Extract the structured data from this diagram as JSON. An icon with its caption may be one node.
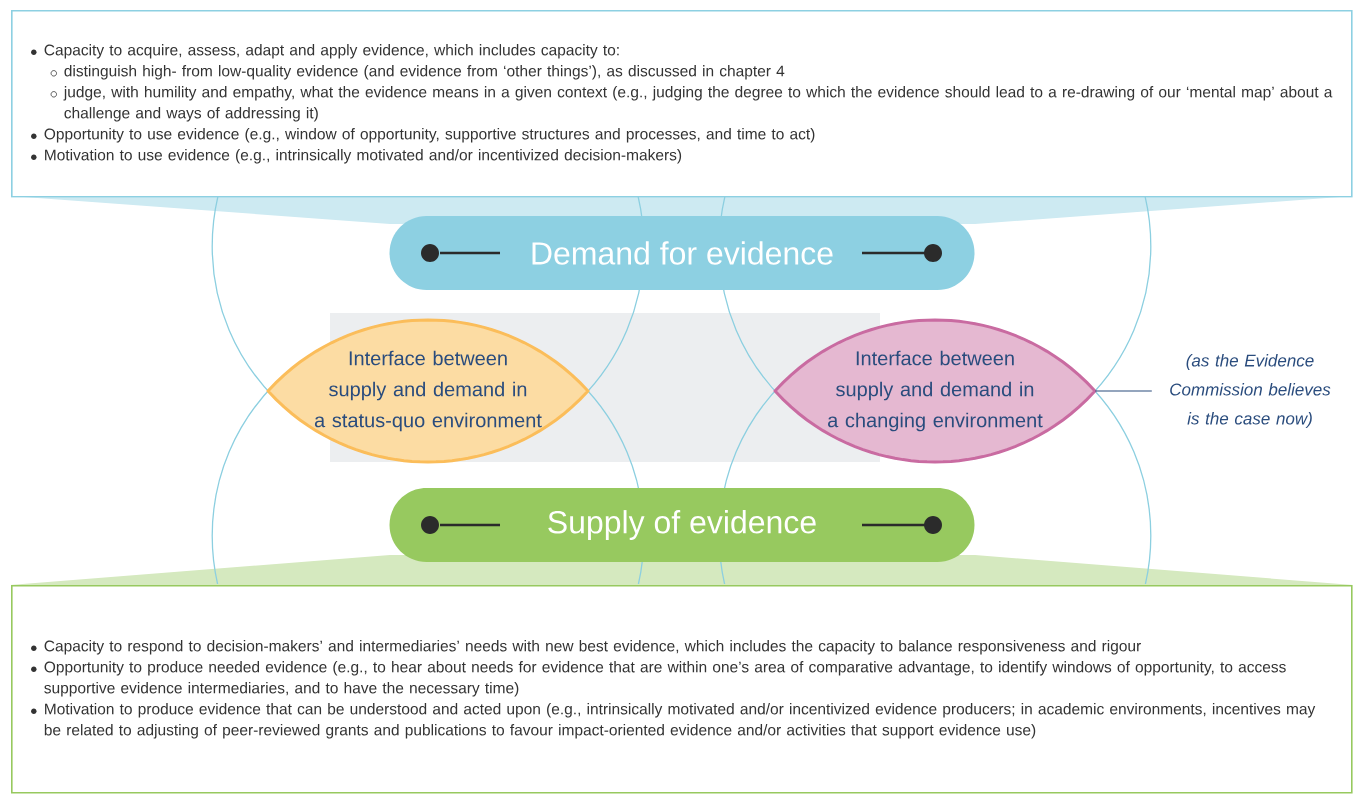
{
  "diagram": {
    "nodes": [
      {
        "text": [
          "Capacity to acquire, assess, adapt and apply evidence, which includes capacity to:",
          "distinguish high- from low-quality evidence (and evidence from ‘other things’), as discussed in chapter 4",
          "judge, with humility and empathy, what the evidence means in a given context (e.g., judging the degree to which the evidence should lead to a re-drawing of our ‘mental map’ about a challenge and ways of addressing it)",
          "Opportunity to use evidence (e.g., window of opportunity, supportive structures and processes, and time to act)",
          "Motivation to use evidence (e.g., intrinsically motivated and/or incentivized decision-makers)"
        ]
      },
      {
        "text": [
          "Demand for evidence"
        ]
      },
      {
        "text": [
          "Interface between supply and demand in a status-quo environment"
        ]
      },
      {
        "text": [
          "Interface between supply and demand in a changing environment"
        ]
      },
      {
        "text": [
          "Supply of evidence"
        ]
      },
      {
        "text": [
          "Capacity to respond to decision-makers’ and intermediaries’ needs with new best evidence, which includes the capacity to balance responsiveness and rigour",
          "Opportunity to produce needed evidence (e.g., to hear about needs for evidence that are within one’s area of comparative advantage, to identify windows of opportunity, to access supportive evidence intermediaries, and to have the necessary time)",
          "Motivation to produce evidence that can be understood and acted upon (e.g., intrinsically motivated and/or incentivized evidence producers; in academic environments, incentives may be related to adjusting of peer-reviewed grants and publications to favour impact-oriented evidence and/or activities that support evidence use)"
        ]
      },
      {
        "text": [
          "(as the Evidence Commission believes is the case now)"
        ]
      }
    ],
    "edges": [
      {
        "from": 6,
        "to": 3,
        "arrow": "none"
      }
    ]
  }
}
